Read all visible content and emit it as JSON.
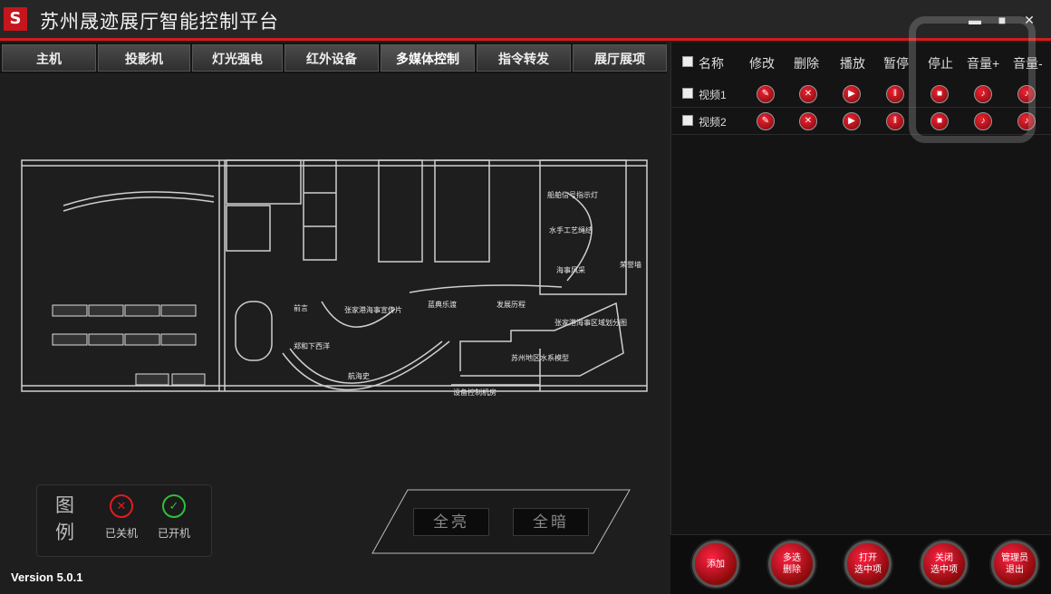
{
  "app": {
    "title": "苏州晟迹展厅智能控制平台",
    "logo_text": "S",
    "version": "Version 5.0.1"
  },
  "window_controls": {
    "minimize": "▬",
    "maximize": "■",
    "close": "✕"
  },
  "tabs": [
    {
      "label": "主机"
    },
    {
      "label": "投影机"
    },
    {
      "label": "灯光强电"
    },
    {
      "label": "红外设备"
    },
    {
      "label": "多媒体控制",
      "active": true
    },
    {
      "label": "指令转发"
    },
    {
      "label": "展厅展项"
    }
  ],
  "floorplan": {
    "labels": [
      "船舶信号指示灯",
      "水手工艺绳结",
      "海事风采",
      "张家港海事宣传片",
      "蓝典乐渡",
      "发展历程",
      "张家港海事区域划分图",
      "前言",
      "郑和下西洋",
      "航海史",
      "苏州地区水系模型",
      "设备控制机房",
      "荣誉墙"
    ]
  },
  "legend": {
    "title": "图例",
    "off_label": "已关机",
    "on_label": "已开机",
    "off_color": "#e21b23",
    "on_color": "#2fbf3a"
  },
  "lights": {
    "all_on": "全亮",
    "all_off": "全暗"
  },
  "media_table": {
    "headers": [
      "名称",
      "修改",
      "删除",
      "播放",
      "暂停",
      "停止",
      "音量+",
      "音量-"
    ],
    "rows": [
      {
        "name": "视频1"
      },
      {
        "name": "视频2"
      }
    ],
    "row_icons": [
      "wrench-icon",
      "delete-icon",
      "play-icon",
      "pause-icon",
      "stop-icon",
      "volume-up-icon",
      "volume-down-icon"
    ]
  },
  "actions": [
    {
      "label": "添加"
    },
    {
      "label": "多选\n删除"
    },
    {
      "label": "打开\n选中项"
    },
    {
      "label": "关闭\n选中项"
    },
    {
      "label": "管理员\n退出"
    }
  ]
}
